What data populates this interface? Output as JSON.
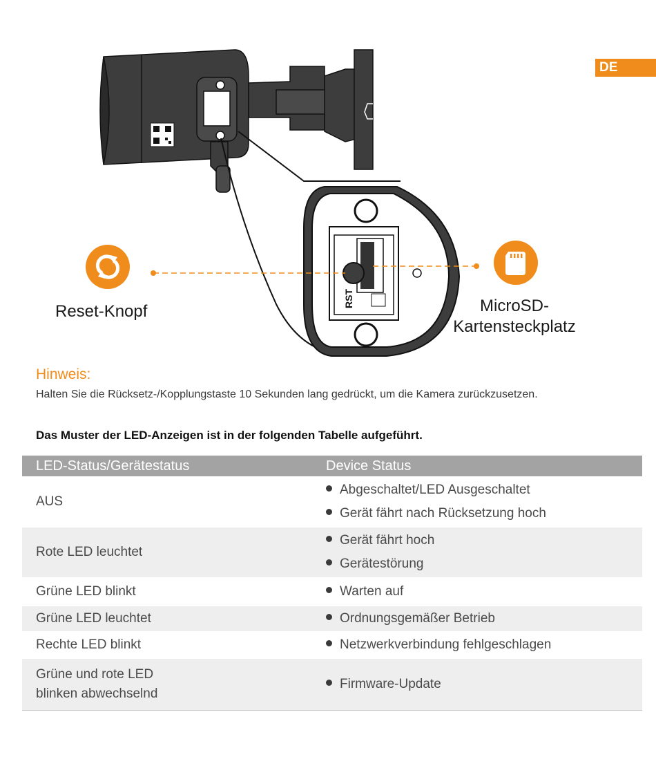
{
  "lang_tab": "DE",
  "diagram": {
    "reset_label": "Reset-Knopf",
    "microsd_label_line1": "MicroSD-",
    "microsd_label_line2": "Kartensteckplatz",
    "rst_text": "RST"
  },
  "note": {
    "heading": "Hinweis:",
    "text": "Halten Sie die Rücksetz-/Kopplungstaste 10 Sekunden lang gedrückt, um die Kamera zurückzusetzen."
  },
  "table_intro": "Das Muster der LED-Anzeigen ist in der folgenden Tabelle aufgeführt.",
  "table": {
    "headers": [
      "LED-Status/Gerätestatus",
      "Device Status"
    ],
    "rows": [
      {
        "led": "AUS",
        "status": [
          "Abgeschaltet/LED Ausgeschaltet",
          "Gerät fährt nach Rücksetzung hoch"
        ]
      },
      {
        "led": "Rote LED leuchtet",
        "status": [
          "Gerät fährt hoch",
          "Gerätestörung"
        ]
      },
      {
        "led": "Grüne LED blinkt",
        "status": [
          "Warten auf"
        ]
      },
      {
        "led": "Grüne LED leuchtet",
        "status": [
          "Ordnungsgemäßer Betrieb"
        ]
      },
      {
        "led": "Rechte LED blinkt",
        "status": [
          "Netzwerkverbindung fehlgeschlagen"
        ]
      },
      {
        "led_line1": "Grüne und rote LED",
        "led_line2": "blinken abwechselnd",
        "status": [
          "Firmware-Update"
        ]
      }
    ]
  },
  "colors": {
    "accent": "#f08c1c",
    "header_gray": "#a3a3a3",
    "row_alt": "#eeeeee"
  },
  "icons": {
    "reset": "refresh-icon",
    "microsd": "sd-card-icon"
  }
}
